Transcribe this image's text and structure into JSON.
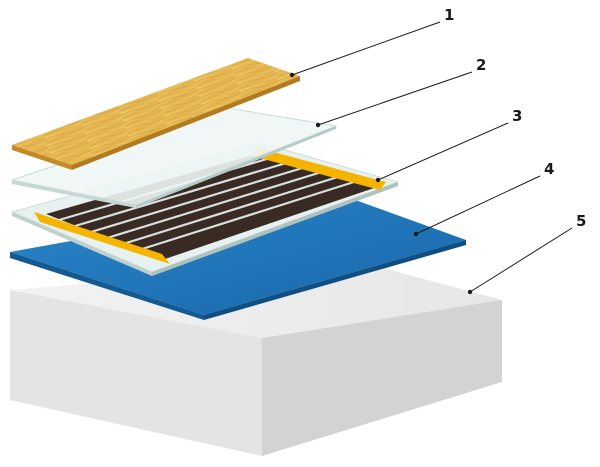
{
  "callouts": [
    {
      "number": "1",
      "part": "laminate-board"
    },
    {
      "number": "2",
      "part": "protective-film"
    },
    {
      "number": "3",
      "part": "infrared-heating-film"
    },
    {
      "number": "4",
      "part": "reflective-insulation-layer"
    },
    {
      "number": "5",
      "part": "concrete-base"
    }
  ],
  "colors": {
    "wood_light": "#e9c25a",
    "wood_dark": "#c99536",
    "film_glass": "#e6f1ef",
    "copper_strip": "#f5b400",
    "carbon_strip": "#3a2a24",
    "insulation_blue": "#1d72b8",
    "concrete_top": "#ececec",
    "concrete_side": "#d9d9d9"
  }
}
